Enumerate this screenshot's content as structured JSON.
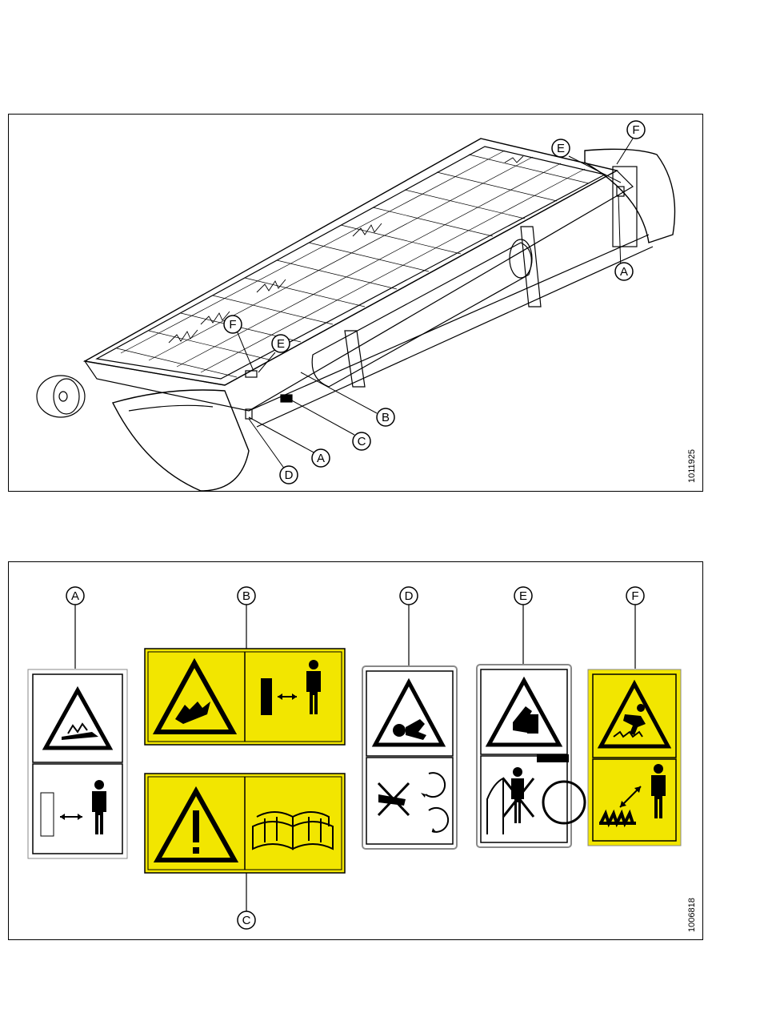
{
  "figures": [
    {
      "id": "1011925",
      "callouts": [
        {
          "letter": "F"
        },
        {
          "letter": "E"
        },
        {
          "letter": "A"
        },
        {
          "letter": "F"
        },
        {
          "letter": "E"
        },
        {
          "letter": "B"
        },
        {
          "letter": "C"
        },
        {
          "letter": "A"
        },
        {
          "letter": "D"
        }
      ]
    },
    {
      "id": "1006818",
      "decals": [
        {
          "letter": "A",
          "color": "#ffffff",
          "icons": [
            "crush-hazard-icon",
            "keep-clear-icon"
          ]
        },
        {
          "letter": "B",
          "color": "#f2e600",
          "icons": [
            "entanglement-hazard-icon",
            "keep-clear-icon"
          ]
        },
        {
          "letter": "C",
          "color": "#f2e600",
          "icons": [
            "warning-icon",
            "manual-book-icon"
          ]
        },
        {
          "letter": "D",
          "color": "#ffffff",
          "icons": [
            "rotating-part-hazard-icon",
            "no-hands-rotating-icon"
          ]
        },
        {
          "letter": "E",
          "color": "#ffffff",
          "icons": [
            "pinch-hazard-icon",
            "do-not-stand-icon"
          ]
        },
        {
          "letter": "F",
          "color": "#f2e600",
          "icons": [
            "fall-hazard-icon",
            "auger-keep-clear-icon"
          ]
        }
      ]
    }
  ],
  "colors": {
    "decal_yellow": "#f2e600",
    "line": "#000000"
  }
}
